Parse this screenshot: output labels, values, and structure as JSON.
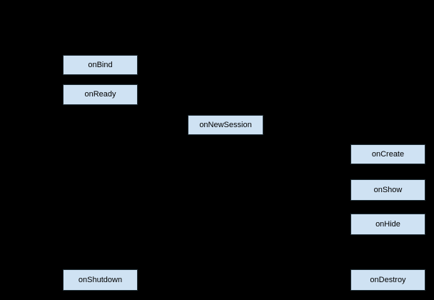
{
  "colors": {
    "background": "#000000",
    "node_fill": "#cfe2f3",
    "node_border": "#223038",
    "node_text": "#000000"
  },
  "diagram": {
    "type": "lifecycle-flow-diagram",
    "nodes": [
      {
        "id": "onBind",
        "label": "onBind"
      },
      {
        "id": "onReady",
        "label": "onReady"
      },
      {
        "id": "onNewSession",
        "label": "onNewSession"
      },
      {
        "id": "onCreate",
        "label": "onCreate"
      },
      {
        "id": "onShow",
        "label": "onShow"
      },
      {
        "id": "onHide",
        "label": "onHide"
      },
      {
        "id": "onShutdown",
        "label": "onShutdown"
      },
      {
        "id": "onDestroy",
        "label": "onDestroy"
      }
    ]
  }
}
